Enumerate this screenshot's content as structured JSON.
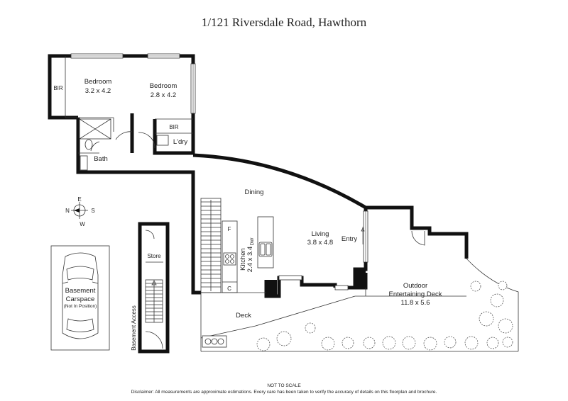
{
  "title": "1/121 Riversdale Road, Hawthorn",
  "rooms": {
    "bedroom1": {
      "name": "Bedroom",
      "size": "3.2 x 4.2"
    },
    "bedroom2": {
      "name": "Bedroom",
      "size": "2.8 x 4.2"
    },
    "bir1": "BIR",
    "bir2": "BIR",
    "laundry": "L'dry",
    "bath": "Bath",
    "dining": "Dining",
    "living": {
      "name": "Living",
      "size": "3.8 x 4.8"
    },
    "entry": "Entry",
    "kitchen": {
      "name": "Kitchen",
      "size": "2.4 x 3.4"
    },
    "dw": "DW",
    "fridge": "F",
    "cupboard": "C",
    "deck": "Deck",
    "outdoor": {
      "name": "Outdoor",
      "line2": "Entertaining Deck",
      "size": "11.8 x 5.6"
    },
    "store": "Store",
    "basement_access": "Basement Access",
    "carspace": {
      "line1": "Basement",
      "line2": "Carspace",
      "line3": "(Not In Position)"
    }
  },
  "compass": {
    "n": "N",
    "e": "E",
    "s": "S",
    "w": "W"
  },
  "footer": {
    "scale": "NOT TO SCALE",
    "disclaimer": "Disclaimer: All measurements are approximate estimations. Every care has been taken to verify the accuracy of details on this floorplan and brochure."
  },
  "colors": {
    "wall": "#111111",
    "line": "#333333",
    "background": "#ffffff"
  }
}
